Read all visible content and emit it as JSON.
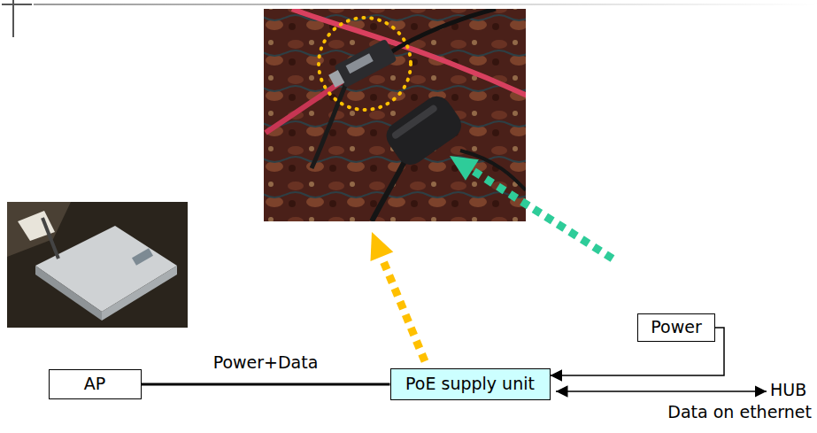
{
  "diagram": {
    "nodes": [
      {
        "text": [
          "AP"
        ]
      },
      {
        "text": [
          "PoE supply unit"
        ]
      },
      {
        "text": [
          "Power"
        ]
      }
    ],
    "edges": [
      {
        "from": 0,
        "to": 1,
        "label": "Power+Data",
        "arrow": "none"
      },
      {
        "from": 2,
        "to": 1,
        "arrow": "to"
      }
    ],
    "labels": [
      "HUB",
      "Data on ethernet"
    ]
  }
}
